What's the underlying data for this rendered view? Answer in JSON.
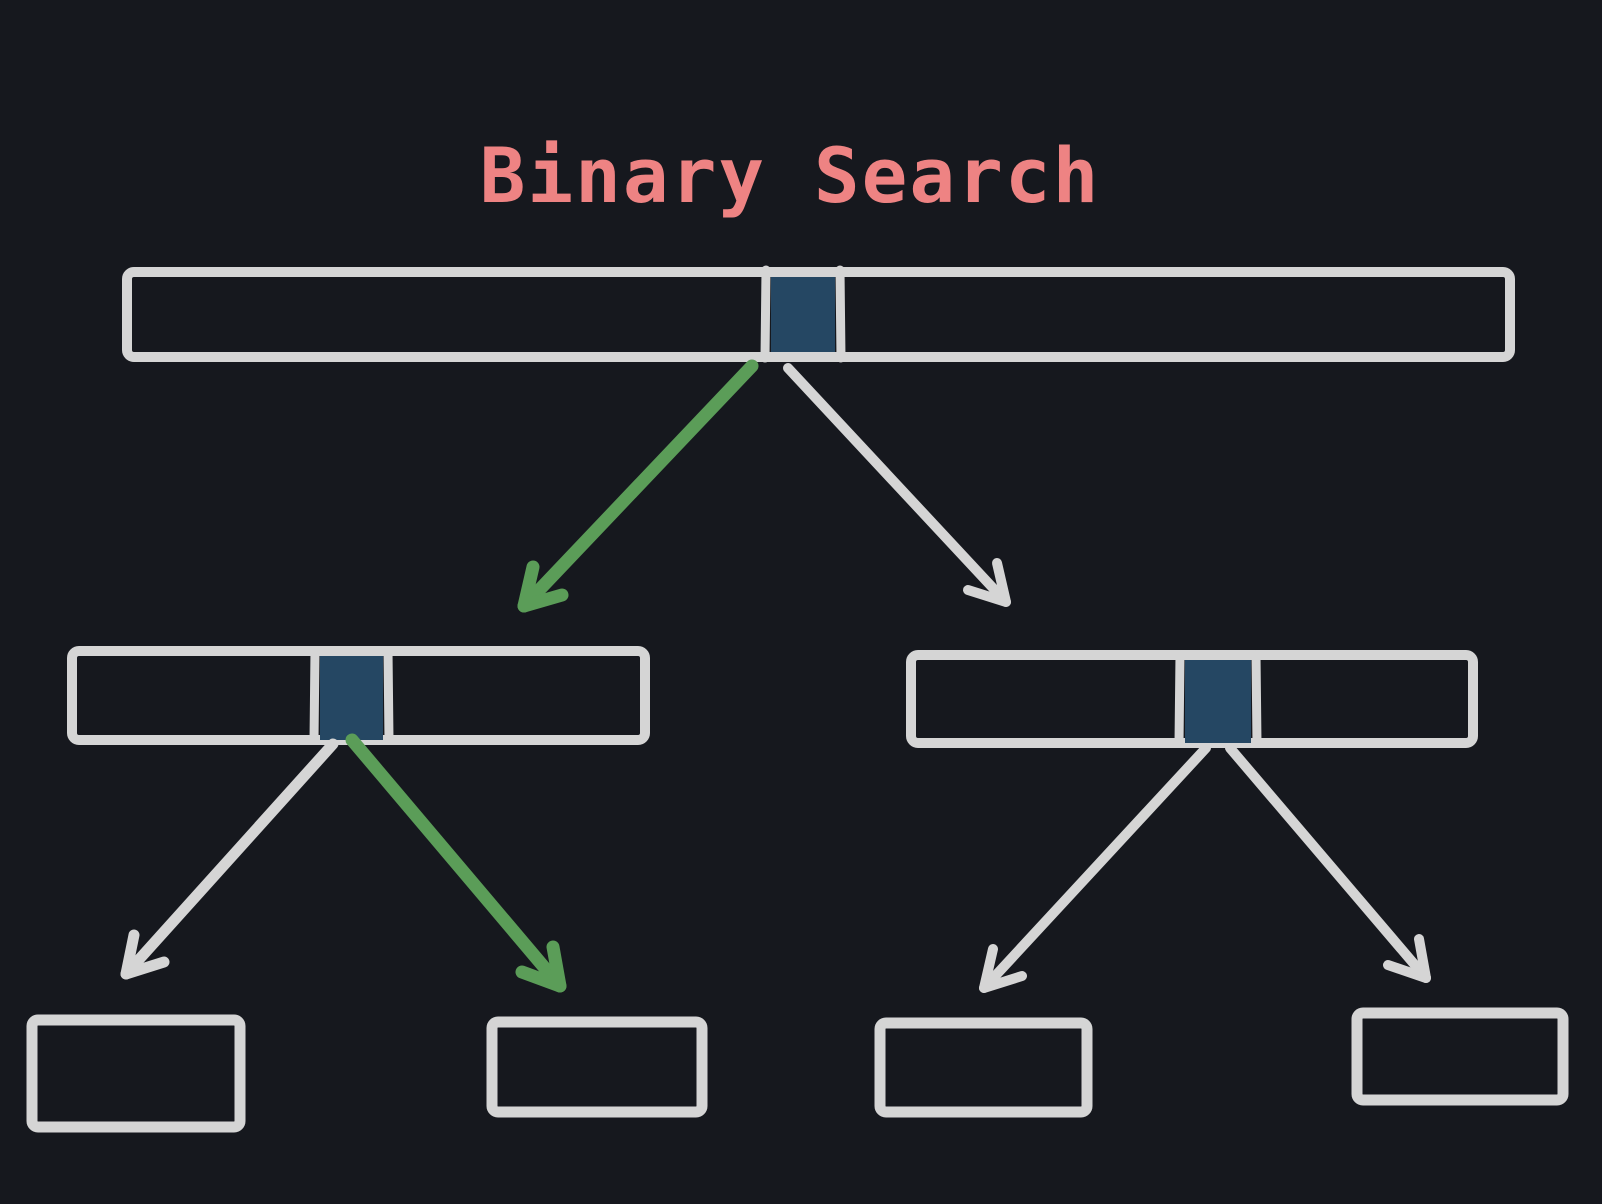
{
  "title": "Binary Search",
  "title_color": "#ee8383",
  "background": "#16181e",
  "array_style": {
    "stroke": "#d5d5d5",
    "midpoint_fill": "#254763"
  },
  "arrows": [
    {
      "id": "root-to-left-half",
      "color": "#5b9d58"
    },
    {
      "id": "root-to-right-half",
      "color": "#d5d5d5"
    },
    {
      "id": "left-half-to-leaf-1",
      "color": "#d5d5d5"
    },
    {
      "id": "left-half-to-leaf-2",
      "color": "#5b9d58"
    },
    {
      "id": "right-half-to-leaf-3",
      "color": "#d5d5d5"
    },
    {
      "id": "right-half-to-leaf-4",
      "color": "#d5d5d5"
    }
  ]
}
